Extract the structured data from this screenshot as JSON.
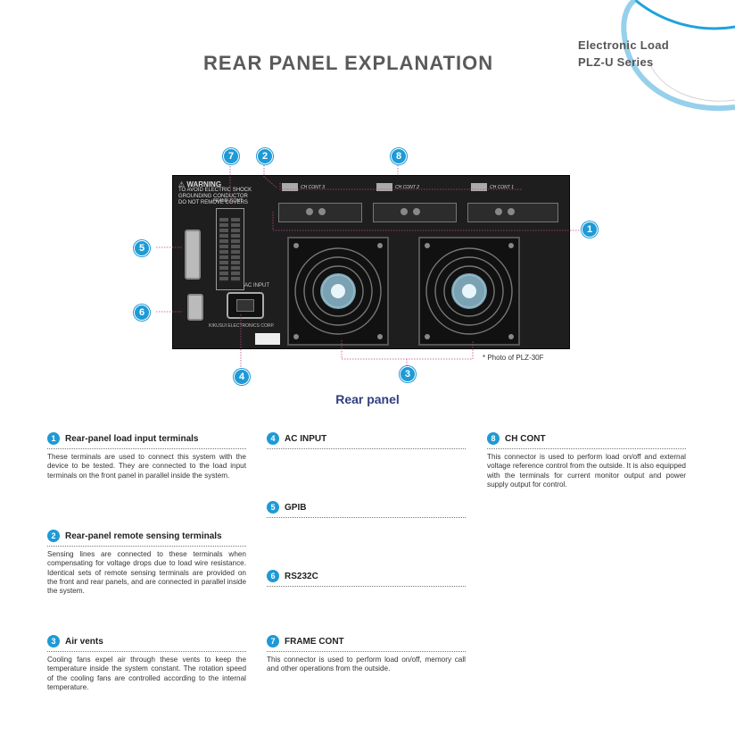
{
  "header": {
    "title": "REAR PANEL EXPLANATION",
    "series_line1": "Electronic Load",
    "series_line2": "PLZ-U Series"
  },
  "panel_labels": {
    "warning": "⚠ WARNING",
    "frame_cont": "FRAME CONT",
    "ch_cont_3": "CH CONT 3",
    "ch_cont_2": "CH CONT 2",
    "ch_cont_1": "CH CONT 1",
    "ac_input": "AC INPUT",
    "maker": "KIKUSUI ELECTRONICS CORP."
  },
  "callouts": [
    "1",
    "2",
    "3",
    "4",
    "5",
    "6",
    "7",
    "8"
  ],
  "photo_note": "* Photo of PLZ-30F",
  "caption": "Rear panel",
  "columns": {
    "left": [
      {
        "num": "1",
        "title": "Rear-panel load input terminals",
        "text": "These terminals are used to connect this system with the device to be tested. They are connected to the load input terminals on the front panel in parallel inside the system."
      },
      {
        "num": "2",
        "title": "Rear-panel remote sensing terminals",
        "text": "Sensing lines are connected to these terminals when compensating for voltage drops due to load wire resistance. Identical sets of remote sensing terminals are provided on the front and rear panels, and are connected in parallel inside the system."
      },
      {
        "num": "3",
        "title": "Air vents",
        "text": "Cooling fans expel air through these vents to keep the temperature inside the system constant. The rotation speed of the cooling fans are controlled according to the internal temperature."
      }
    ],
    "middle": [
      {
        "num": "4",
        "title": "AC INPUT",
        "text": ""
      },
      {
        "num": "5",
        "title": "GPIB",
        "text": ""
      },
      {
        "num": "6",
        "title": "RS232C",
        "text": ""
      },
      {
        "num": "7",
        "title": "FRAME CONT",
        "text": "This connector is used to perform load on/off, memory call and other operations from the outside."
      }
    ],
    "right": [
      {
        "num": "8",
        "title": "CH CONT",
        "text": "This connector is used to perform load on/off and external voltage reference control from the outside. It is also equipped with the terminals for current monitor output and power supply output for control."
      }
    ]
  },
  "colors": {
    "accent": "#1e9ad6",
    "leader": "#c0448a",
    "caption": "#2f3f7f"
  }
}
